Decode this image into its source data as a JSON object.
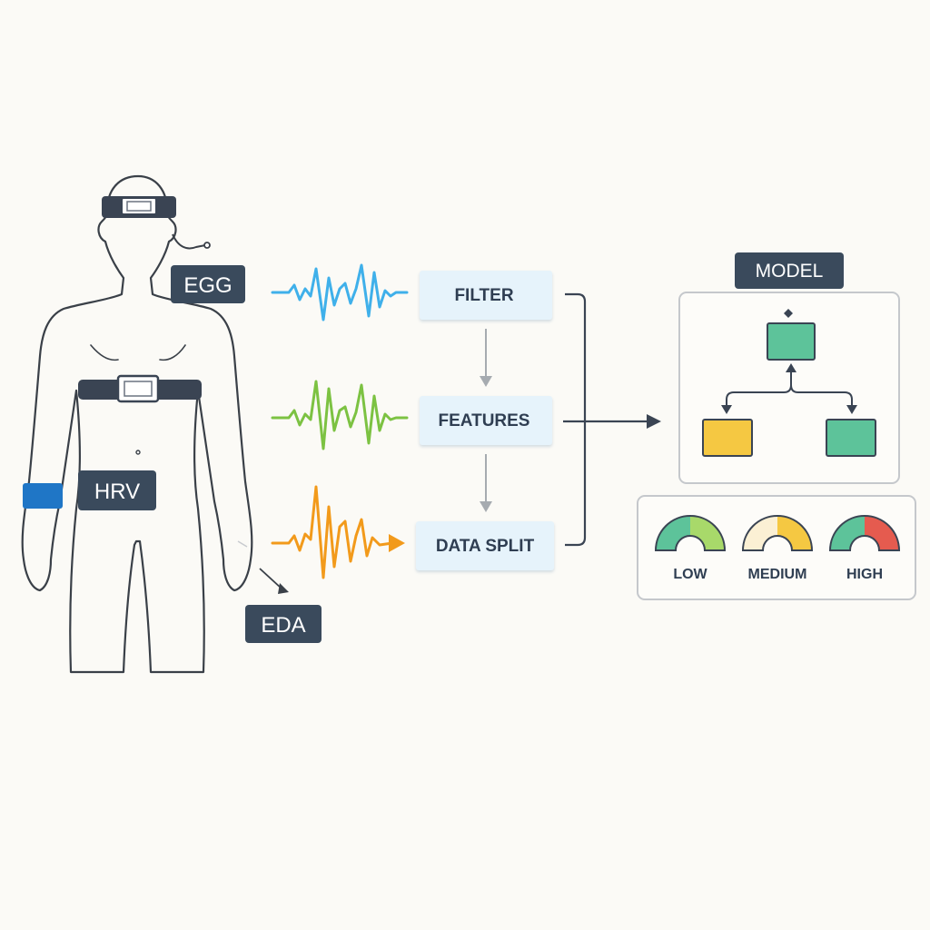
{
  "sensors": {
    "eeg": "EGG",
    "hrv": "HRV",
    "eda": "EDA"
  },
  "pipeline": {
    "filter": "FILTER",
    "features": "FEATURES",
    "data_split": "DATA SPLIT"
  },
  "model": {
    "title": "MODEL"
  },
  "levels": {
    "low": "LOW",
    "medium": "MEDIUM",
    "high": "HIGH"
  },
  "colors": {
    "eeg_wave": "#3fb0ea",
    "hrv_wave": "#7cc242",
    "eda_wave": "#f29a1b",
    "label_bg": "#3a4a5c",
    "wrist_band": "#1f76c6",
    "step_bg": "#e6f3fb",
    "node_green": "#5dc39a",
    "node_yellow": "#f5c842",
    "gauge_red": "#e55b4f"
  }
}
